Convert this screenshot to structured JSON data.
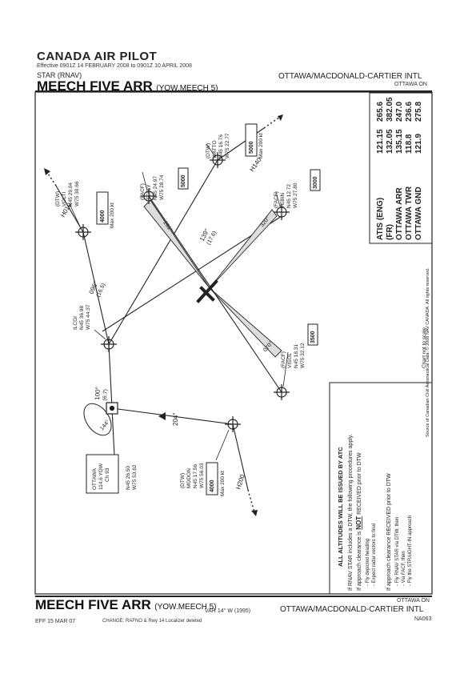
{
  "header": {
    "agency": "CANADA AIR PILOT",
    "effective": "Effective 0901Z 14 FEBRUARY 2008 to 0901Z 10 APRIL 2008",
    "procedure_type": "STAR (RNAV)",
    "title": "MEECH FIVE ARR",
    "ident": "(YOW.MEECH 5)",
    "airport": "OTTAWA/MACDONALD-CARTIER INTL",
    "city": "OTTAWA ON"
  },
  "footer": {
    "title": "MEECH FIVE ARR",
    "ident": "(YOW.MEECH 5)",
    "variation": "VAR 14° W  (1995)",
    "city": "OTTAWA ON",
    "airport": "OTTAWA/MACDONALD-CARTIER INTL",
    "eff": "EFF 15 MAR 07",
    "change": "CHANGE: RAFNO & Rwy 14 Localizer deleted",
    "chart_number": "NA063"
  },
  "frequencies": [
    {
      "name": "ATIS  (ENG)",
      "f1": "121.15",
      "f2": "265.6"
    },
    {
      "name": "         (FR)",
      "f1": "132.05",
      "f2": "382.05"
    },
    {
      "name": "OTTAWA ARR",
      "f1": "135.15",
      "f2": "247.0"
    },
    {
      "name": "OTTAWA TWR",
      "f1": "118.8",
      "f2": "236.6"
    },
    {
      "name": "OTTAWA GND",
      "f1": "121.9",
      "f2": "275.8"
    }
  ],
  "source_note": "Source of Canadian Civil Aeronautical Data: © 2008 NAV CANADA. All rights reserved.",
  "not_to_scale": "Chart not to scale",
  "notes": {
    "altitudes": "ALL ALTITUDES WILL BE ISSUED BY ATC",
    "line1": "If RNAV STAR includes a DTW, the following procedures apply.",
    "line2a": "If approach clearance is",
    "line2b": "NOT",
    "line2c": "RECEIVED prior to DTW",
    "b1": "- Fly depicted heading",
    "b2": "- Expect radar vectors to final",
    "line3": "If approach clearance RECEIVED prior to DTW",
    "c1": "- Fly RNAV STAR via DTW, then",
    "c2": "- Via FACF, then",
    "c3": "- Fly the STRAIGHT-IN approach"
  },
  "fixes": {
    "volti": {
      "type": "(DTW)",
      "name": "VOLTI",
      "lat": "N45 29.04",
      "lon": "W75 30.66",
      "alt": "4000",
      "spd": "Max 200 kt"
    },
    "tefly": {
      "type": "(FACF)",
      "name": "TEFLY",
      "lat": "N45 24.97",
      "lon": "W75 28.74",
      "alt": "5000"
    },
    "watto": {
      "type": "(DTW)",
      "name": "WATTO",
      "lat": "N45 16.76",
      "lon": "W75 22.77",
      "alt": "5000",
      "spd": "Max 200 kt"
    },
    "tebin": {
      "type": "(FACF)",
      "name": "TEBIN",
      "lat": "N45 12.72",
      "lon": "W75 27.80",
      "alt": "3000"
    },
    "ilcgi": {
      "name": "ILCGI",
      "lat": "N45 36.98",
      "lon": "W75 44.37"
    },
    "visol": {
      "type": "(FACF)",
      "name": "VISOL",
      "lat": "N45 18.31",
      "lon": "W75 32.12",
      "alt": "3500"
    },
    "modon": {
      "type": "(DTW)",
      "name": "MODON",
      "lat": "N45 17.56",
      "lon": "W75 56.03",
      "alt": "4000",
      "spd": "Max 200 kt"
    },
    "ygw": {
      "name": "OTTAWA",
      "freq": "114.6 YGW",
      "chan": "Ch 93",
      "lat": "N45 26.50",
      "lon": "W75 53.62"
    }
  },
  "legs": {
    "l1": "096°",
    "l1d": "(16.5)",
    "l2": "139°",
    "l2d": "(17.6)",
    "l3": "100°",
    "l3d": "(6.7)",
    "h1": "H010",
    "h2": "H140",
    "h3": "H200",
    "c204": "204°",
    "hold": "144°",
    "r1": "251°",
    "r2": "320°",
    "r3": "070°"
  }
}
